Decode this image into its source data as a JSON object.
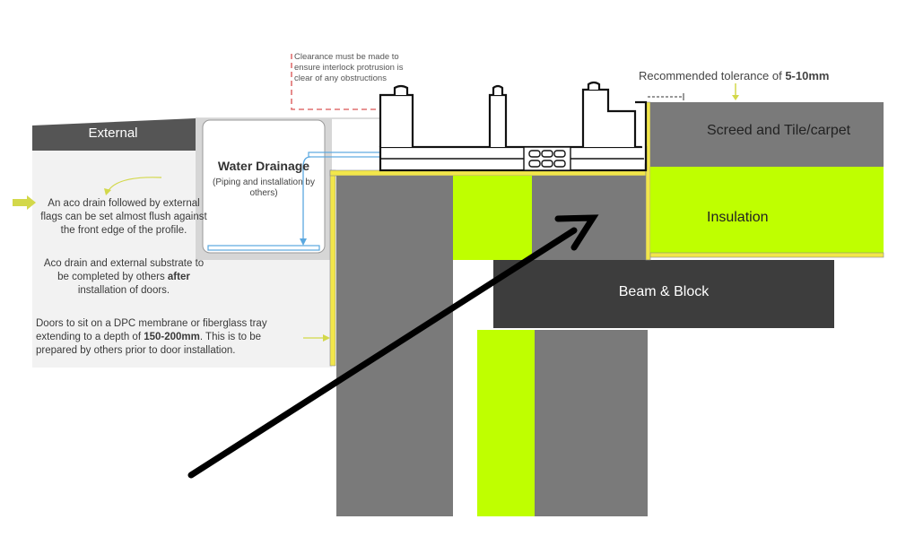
{
  "labels": {
    "clearance_note": "Clearance must be made to ensure interlock protrusion is clear of any obstructions",
    "tolerance_prefix": "Recommended tolerance of ",
    "tolerance_value": "5-10mm",
    "external": "External",
    "water_drainage": "Water Drainage",
    "water_drainage_sub": "(Piping and installation by others)",
    "aco_drain_note": "An aco drain followed by external flags can be set almost flush against the front edge of the profile.",
    "substrate_note_1": "Aco drain and external substrate to be completed by others ",
    "substrate_note_bold": "after",
    "substrate_note_2": " installation of doors.",
    "dpc_note_1": "Doors to sit on a DPC membrane or fiberglass tray extending to a depth of ",
    "dpc_note_bold": "150-200mm",
    "dpc_note_2": ". This is to be prepared by others prior to door installation.",
    "screed": "Screed and Tile/carpet",
    "insulation": "Insulation",
    "beam_block": "Beam & Block"
  },
  "colors": {
    "concrete": "#7a7a7a",
    "dark_beam": "#3d3d3d",
    "insulation_green": "#bfff00",
    "yellow_tray": "#f2e64a",
    "arrow_yellow": "#d3d84a",
    "red_note": "#e07070",
    "blue_pipe": "#5aa8e0",
    "panel_bg": "#f2f2f2",
    "external_bar": "#555555"
  }
}
